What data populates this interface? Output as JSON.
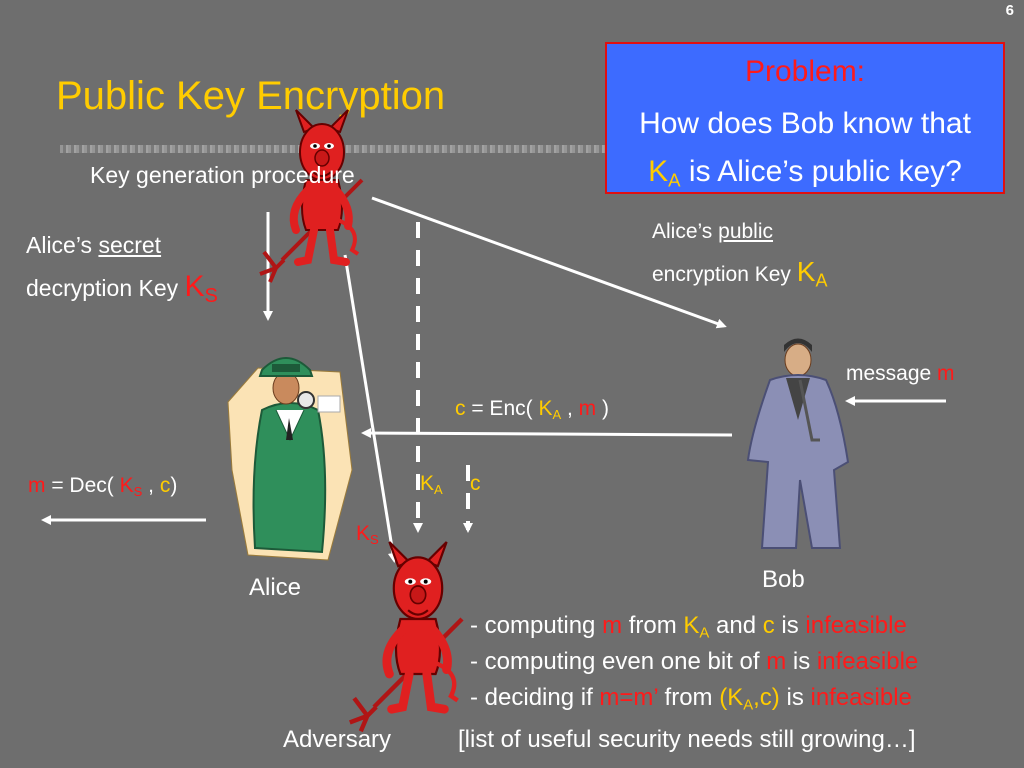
{
  "slide": {
    "number": "6",
    "title": "Public Key Encryption"
  },
  "problem": {
    "heading": "Problem:",
    "line1": "How does Bob know that",
    "key": "K",
    "key_sub": "A",
    "line2_rest": " is Alice’s public key?"
  },
  "keygen": {
    "label": "Key generation procedure"
  },
  "secret_key": {
    "line1_prefix": "Alice’s ",
    "line1_underlined": "secret",
    "line2": "decryption Key ",
    "key": "K",
    "key_sub": "S"
  },
  "public_key": {
    "line1_prefix": "Alice’s ",
    "line1_underlined": "public",
    "line2": "encryption Key ",
    "key": "K",
    "key_sub": "A"
  },
  "message": {
    "label": "message ",
    "var": "m"
  },
  "enc": {
    "c": "c",
    "eq": " = Enc( ",
    "key": "K",
    "key_sub": "A",
    "comma": " , ",
    "m": "m",
    "close": " )"
  },
  "dec": {
    "m": "m",
    "eq": " = Dec( ",
    "key": "K",
    "key_sub": "S",
    "comma": " , ",
    "c": "c",
    "close": ")"
  },
  "leaks": {
    "ka": "K",
    "ka_sub": "A",
    "c": "c",
    "ks": "K",
    "ks_sub": "S"
  },
  "actors": {
    "alice": "Alice",
    "bob": "Bob",
    "adversary": "Adversary"
  },
  "requirements": [
    {
      "pre": "- computing ",
      "a": "m",
      "mid": " from ",
      "k": "K",
      "k_sub": "A",
      "and": " and ",
      "c": "c",
      "is": " is ",
      "verdict": "infeasible"
    },
    {
      "pre": "- computing even one bit of ",
      "a": "m",
      "is": " is ",
      "verdict": "infeasible"
    },
    {
      "pre": "- deciding if ",
      "a": "m=m’",
      "mid": " from ",
      "paren_open": "(",
      "k": "K",
      "k_sub": "A",
      "paren_close": ",c)",
      "is": " is ",
      "verdict": "infeasible"
    }
  ],
  "footer": "[list of useful security needs still growing…]",
  "colors": {
    "background": "#6e6e6e",
    "title": "#ffcc00",
    "key_highlight": "#ff1a1a",
    "var_highlight": "#ffcc00",
    "problem_box": "#3d6bff",
    "devil": "#e02020",
    "alice_coat": "#2f8f5b",
    "bob_coat": "#8b8fb5"
  },
  "icons": [
    "devil-icon",
    "alice-figure",
    "bob-figure",
    "arrow-icon"
  ]
}
